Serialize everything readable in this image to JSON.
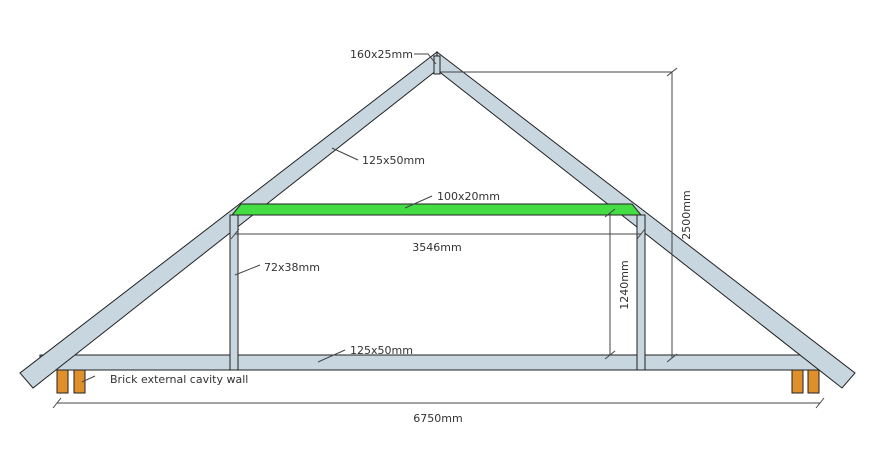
{
  "labels": {
    "king_post": "160x25mm",
    "rafter": "125x50mm",
    "collar": "100x20mm",
    "collar_span": "3546mm",
    "stud": "72x38mm",
    "stud_height": "1240mm",
    "ridge_height": "2500mm",
    "ceiling_joist": "125x50mm",
    "wall": "Brick external cavity wall",
    "total_span": "6750mm"
  },
  "colors": {
    "timber": "#c8d6df",
    "collar": "#44dd44",
    "brick": "#e0902a"
  }
}
